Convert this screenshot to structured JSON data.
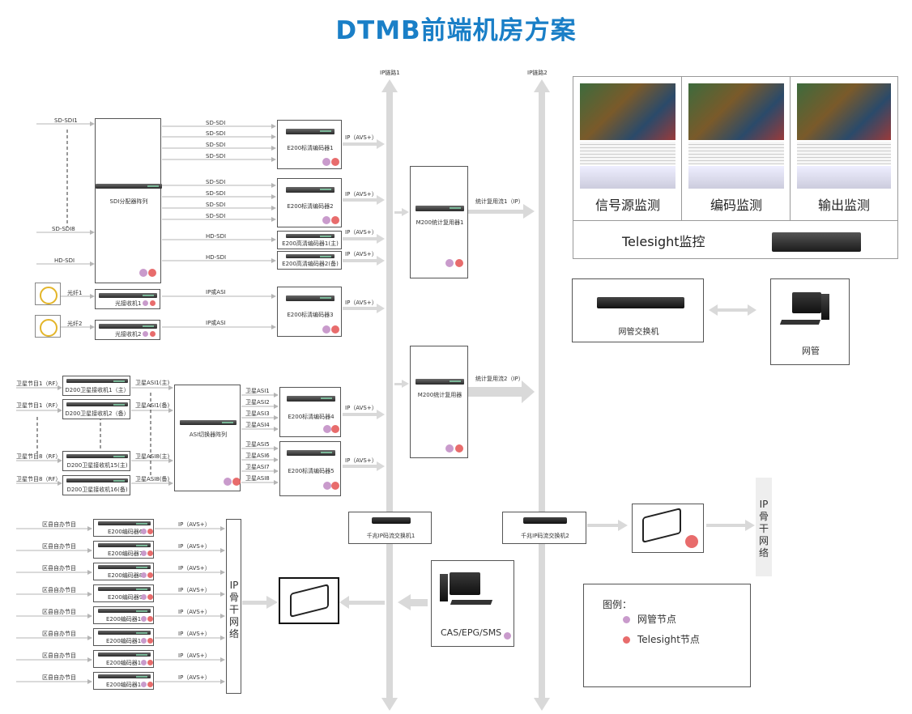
{
  "title": "DTMB前端机房方案",
  "ip_links": {
    "link1": "IP链路1",
    "link2": "IP链路2"
  },
  "inputs": {
    "sdsdi1": "SD-SDI1",
    "sdsdi8": "SD-SDI8",
    "hdsdi": "HD-SDI",
    "fiber1": "光纤1",
    "fiber2": "光纤2",
    "sat1_a": "卫星节目1（RF）",
    "sat1_b": "卫星节目1（RF）",
    "sat8_a": "卫星节目8（RF）",
    "sat8_b": "卫星节目8（RF）"
  },
  "sdi_splitter": "SDI分配器阵列",
  "optical_rx1": "光接收机1",
  "optical_rx2": "光接收机2",
  "sd_sdi_label": "SD-SDI",
  "hd_sdi_label": "HD-SDI",
  "ip_or_asi": "IP或ASI",
  "ip_avs": "IP（AVS+）",
  "encoders": {
    "sd1": "E200标清编码器1",
    "sd2": "E200标清编码器2",
    "hd_main": "E200高清编码器1(主)",
    "hd_backup": "E200高清编码器2(备)",
    "sd3": "E200标清编码器3",
    "sd4": "E200标清编码器4",
    "sd5": "E200标清编码器5"
  },
  "muxes": {
    "mux1": "M200统计复用器1",
    "mux2": "M200统计复用器"
  },
  "stat_mux_streams": {
    "s1": "统计复用流1（IP）",
    "s2": "统计复用流2（IP）"
  },
  "sat_receivers": {
    "r1_main": "D200卫星接收机1（主）",
    "r1_backup": "D200卫星接收机2（备）",
    "r15_main": "D200卫星接收机15(主)",
    "r16_backup": "D200卫星接收机16(备)"
  },
  "sat_asi": {
    "a1_main": "卫星ASI1(主)",
    "a1_backup": "卫星ASI1(备)",
    "a8_main": "卫星ASI8(主)",
    "a8_backup": "卫星ASI8(备)"
  },
  "asi_switch": "ASI切换器阵列",
  "sat_asi_labels": [
    "卫星ASI1",
    "卫星ASI2",
    "卫星ASI3",
    "卫星ASI4",
    "卫星ASI5",
    "卫星ASI6",
    "卫星ASI7",
    "卫星ASI8"
  ],
  "gbe_switch1": "千兆IP码流交换机1",
  "gbe_switch2": "千兆IP码流交换机2",
  "county_label": "区县自办节目",
  "county_encoders": [
    "E200编码器6",
    "E200编码器7",
    "E200编码器8",
    "E200编码器9",
    "E200编码器10",
    "E200编码器11",
    "E200编码器12",
    "E200编码器13"
  ],
  "ip_backbone": "IP骨干网络",
  "cas": "CAS/EPG/SMS",
  "monitor_labels": {
    "source": "信号源监测",
    "encode": "编码监测",
    "output": "输出监测"
  },
  "telesight": "Telesight监控",
  "nm_switch": "网管交换机",
  "nm": "网管",
  "legend": {
    "title": "图例：",
    "nm_node": "网管节点",
    "telesight_node": "Telesight节点"
  },
  "colors": {
    "title": "#1a7fc7",
    "nm_node": "#c99bcc",
    "telesight_node": "#e86c6c",
    "arrow": "#d9d9d9"
  }
}
